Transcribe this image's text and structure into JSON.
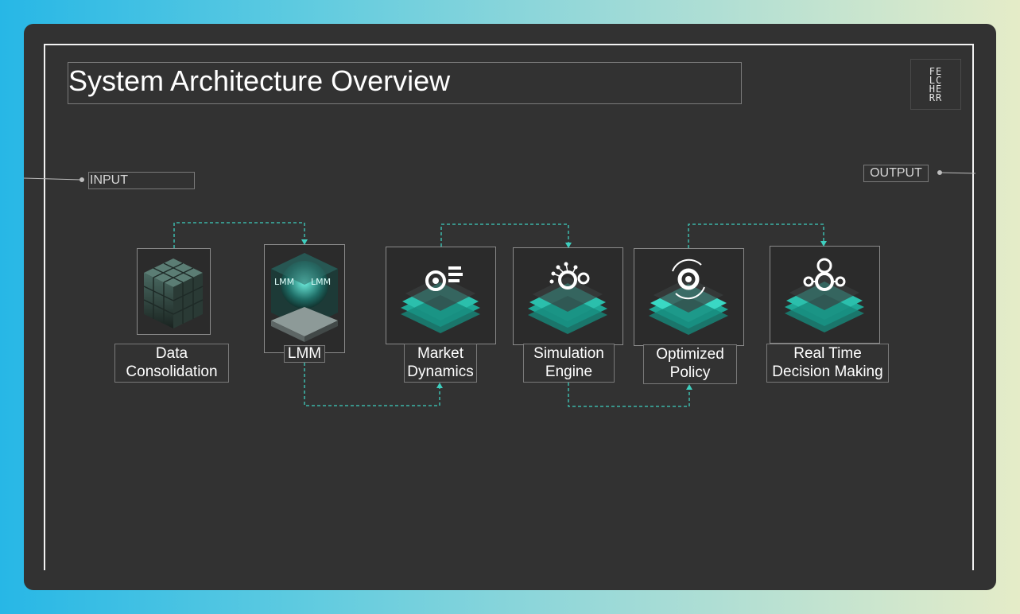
{
  "slide": {
    "title": "System Architecture Overview",
    "logo_text": "FE\nLC\nHE\nRR",
    "input_label": "INPUT",
    "output_label": "OUTPUT"
  },
  "nodes": [
    {
      "id": "data-consolidation",
      "label": "Data\nConsolidation",
      "icon": "cube-grid-icon"
    },
    {
      "id": "lmm",
      "label": "LMM",
      "icon": "lmm-glass-cube-icon"
    },
    {
      "id": "market-dynamics",
      "label": "Market\nDynamics",
      "icon": "gear-chart-layers-icon"
    },
    {
      "id": "simulation-engine",
      "label": "Simulation\nEngine",
      "icon": "gear-network-layers-icon"
    },
    {
      "id": "optimized-policy",
      "label": "Optimized\nPolicy",
      "icon": "gear-cycle-layers-icon"
    },
    {
      "id": "real-time-decision",
      "label": "Real Time\nDecision Making",
      "icon": "gear-target-layers-icon"
    }
  ],
  "connections": [
    {
      "from": "data-consolidation",
      "to": "lmm"
    },
    {
      "from": "lmm",
      "to": "market-dynamics"
    },
    {
      "from": "market-dynamics",
      "to": "simulation-engine"
    },
    {
      "from": "simulation-engine",
      "to": "optimized-policy"
    },
    {
      "from": "optimized-policy",
      "to": "real-time-decision"
    }
  ],
  "colors": {
    "accent": "#3ecfbf",
    "background": "#323232",
    "text": "#ffffff"
  }
}
